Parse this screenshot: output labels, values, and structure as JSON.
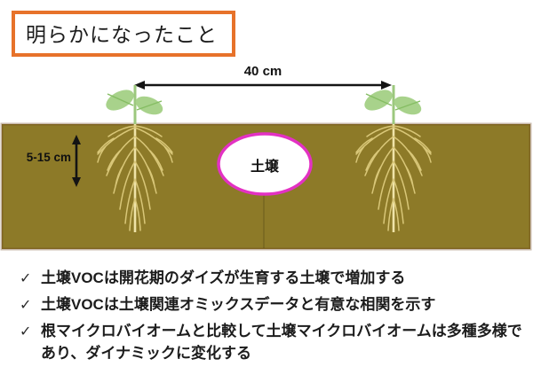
{
  "slide": {
    "title": "明らかになったこと"
  },
  "diagram": {
    "distance_label": "40 cm",
    "depth_label": "5-15 cm",
    "soil_oval_label": "土壌"
  },
  "findings": {
    "marker": "✓",
    "items": [
      "土壌VOCは開花期のダイズが生育する土壌で増加する",
      "土壌VOCは土壌関連オミックスデータと有意な相関を示す",
      "根マイクロバイオームと比較して土壌マイクロバイオームは多種多様であり、ダイナミックに変化する"
    ]
  },
  "colors": {
    "title_border": "#e7722a",
    "soil": "#8d7a28",
    "oval_border": "#e331c3",
    "leaf_green": "#a8d28b",
    "root_tan": "#d9c778",
    "arrow": "#141414"
  }
}
